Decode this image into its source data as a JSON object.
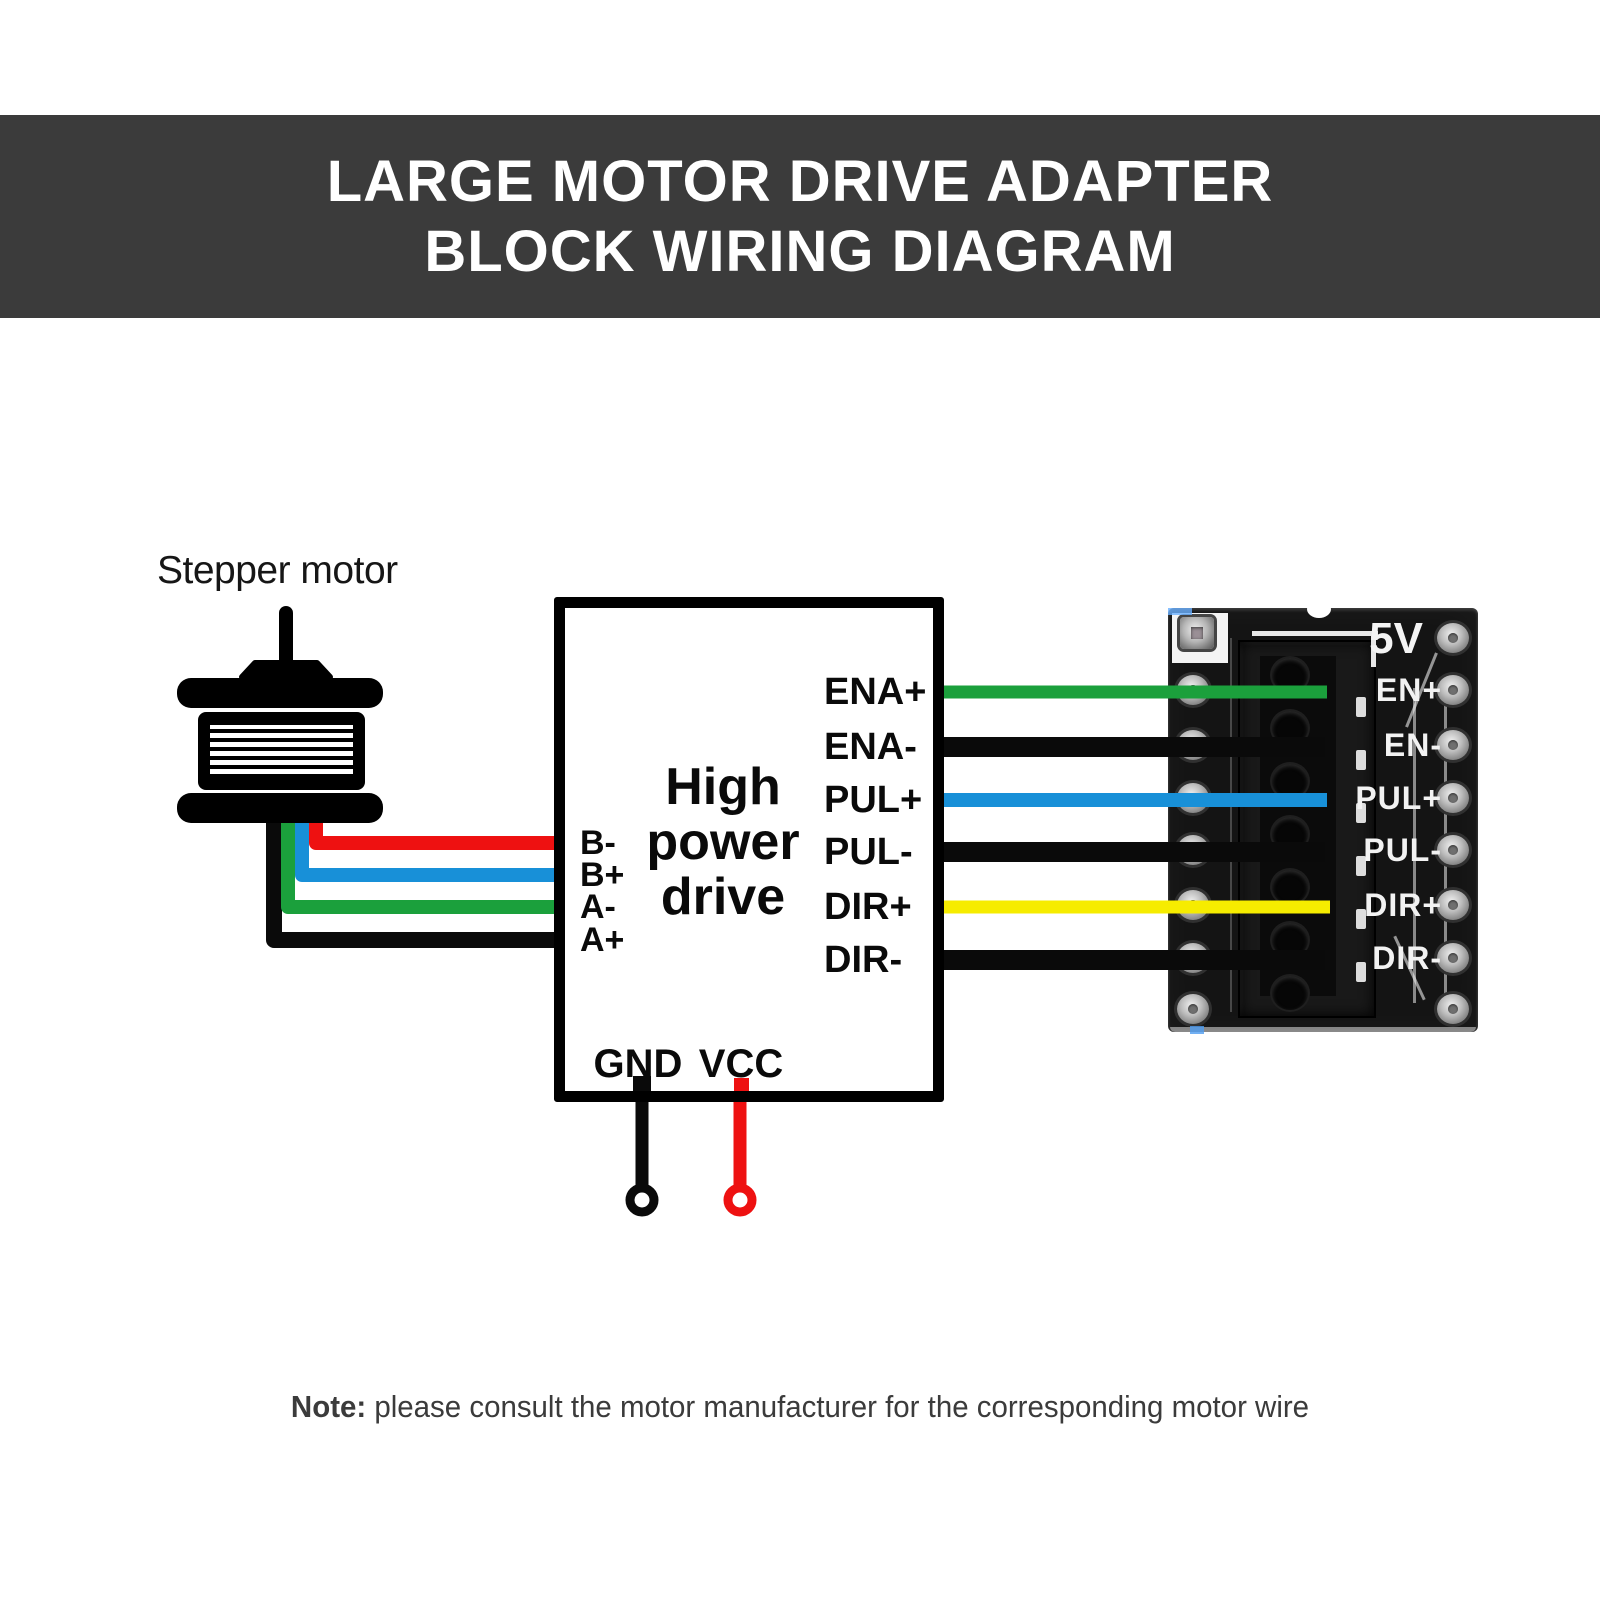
{
  "header": {
    "line1": "LARGE MOTOR DRIVE ADAPTER",
    "line2": "BLOCK WIRING DIAGRAM",
    "bg_color": "#3b3b3b",
    "text_color": "#ffffff"
  },
  "motor": {
    "label": "Stepper motor"
  },
  "drive_box": {
    "title_line1": "High",
    "title_line2": "power",
    "title_line3": "drive",
    "left_pins": [
      "B-",
      "B+",
      "A-",
      "A+"
    ],
    "right_pins": [
      "ENA+",
      "ENA-",
      "PUL+",
      "PUL-",
      "DIR+",
      "DIR-"
    ],
    "bottom_pins": [
      "GND",
      "VCC"
    ]
  },
  "module": {
    "top_label": "5V",
    "pins": [
      "EN+",
      "EN-",
      "PUL+",
      "PUL-",
      "DIR+",
      "DIR-"
    ]
  },
  "colors": {
    "red": "#ee1111",
    "blue": "#1890d8",
    "green": "#1ba03c",
    "yellow": "#f6ec00",
    "black": "#0a0a0a"
  },
  "note": {
    "prefix": "Note:",
    "text": " please consult the motor manufacturer for the corresponding motor wire"
  }
}
